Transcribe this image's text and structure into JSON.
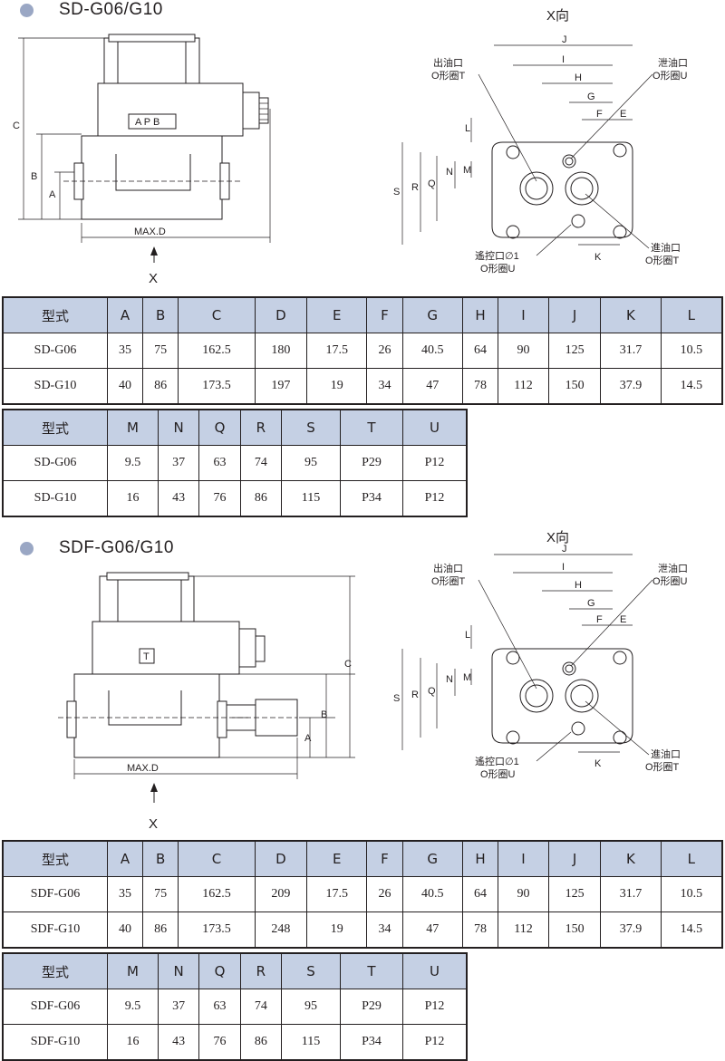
{
  "sections": [
    {
      "title": "SD-G06/G10",
      "diagram_labels": {
        "x_view": "X向",
        "x_arrow": "X",
        "max_d": "MAX.D",
        "apb": "A P B",
        "dims_side": [
          "C",
          "B",
          "A"
        ],
        "dims_top": [
          "J",
          "I",
          "H",
          "G",
          "F",
          "E"
        ],
        "dims_left": [
          "L",
          "N",
          "M",
          "S",
          "R",
          "Q"
        ],
        "dim_k": "K",
        "outlet": "出油口",
        "outlet_ring": "O形圈T",
        "drain": "泄油口",
        "drain_ring": "O形圈U",
        "pilot": "遙控口∅1",
        "pilot_ring": "O形圈U",
        "inlet": "進油口",
        "inlet_ring": "O形圈T"
      },
      "table1": {
        "headers": [
          "型式",
          "A",
          "B",
          "C",
          "D",
          "E",
          "F",
          "G",
          "H",
          "I",
          "J",
          "K",
          "L"
        ],
        "rows": [
          [
            "SD-G06",
            "35",
            "75",
            "162.5",
            "180",
            "17.5",
            "26",
            "40.5",
            "64",
            "90",
            "125",
            "31.7",
            "10.5"
          ],
          [
            "SD-G10",
            "40",
            "86",
            "173.5",
            "197",
            "19",
            "34",
            "47",
            "78",
            "112",
            "150",
            "37.9",
            "14.5"
          ]
        ]
      },
      "table2": {
        "headers": [
          "型式",
          "M",
          "N",
          "Q",
          "R",
          "S",
          "T",
          "U"
        ],
        "rows": [
          [
            "SD-G06",
            "9.5",
            "37",
            "63",
            "74",
            "95",
            "P29",
            "P12"
          ],
          [
            "SD-G10",
            "16",
            "43",
            "76",
            "86",
            "115",
            "P34",
            "P12"
          ]
        ]
      }
    },
    {
      "title": "SDF-G06/G10",
      "diagram_labels": {
        "x_view": "X向",
        "x_arrow": "X",
        "max_d": "MAX.D",
        "t_mark": "T",
        "dims_side": [
          "C",
          "B",
          "A"
        ],
        "dims_top": [
          "J",
          "I",
          "H",
          "G",
          "F",
          "E"
        ],
        "dims_left": [
          "L",
          "N",
          "M",
          "S",
          "R",
          "Q"
        ],
        "dim_k": "K",
        "outlet": "出油口",
        "outlet_ring": "O形圈T",
        "drain": "泄油口",
        "drain_ring": "O形圈U",
        "pilot": "遙控口∅1",
        "pilot_ring": "O形圈U",
        "inlet": "進油口",
        "inlet_ring": "O形圈T"
      },
      "table1": {
        "headers": [
          "型式",
          "A",
          "B",
          "C",
          "D",
          "E",
          "F",
          "G",
          "H",
          "I",
          "J",
          "K",
          "L"
        ],
        "rows": [
          [
            "SDF-G06",
            "35",
            "75",
            "162.5",
            "209",
            "17.5",
            "26",
            "40.5",
            "64",
            "90",
            "125",
            "31.7",
            "10.5"
          ],
          [
            "SDF-G10",
            "40",
            "86",
            "173.5",
            "248",
            "19",
            "34",
            "47",
            "78",
            "112",
            "150",
            "37.9",
            "14.5"
          ]
        ]
      },
      "table2": {
        "headers": [
          "型式",
          "M",
          "N",
          "Q",
          "R",
          "S",
          "T",
          "U"
        ],
        "rows": [
          [
            "SDF-G06",
            "9.5",
            "37",
            "63",
            "74",
            "95",
            "P29",
            "P12"
          ],
          [
            "SDF-G10",
            "16",
            "43",
            "76",
            "86",
            "115",
            "P34",
            "P12"
          ]
        ]
      }
    }
  ]
}
